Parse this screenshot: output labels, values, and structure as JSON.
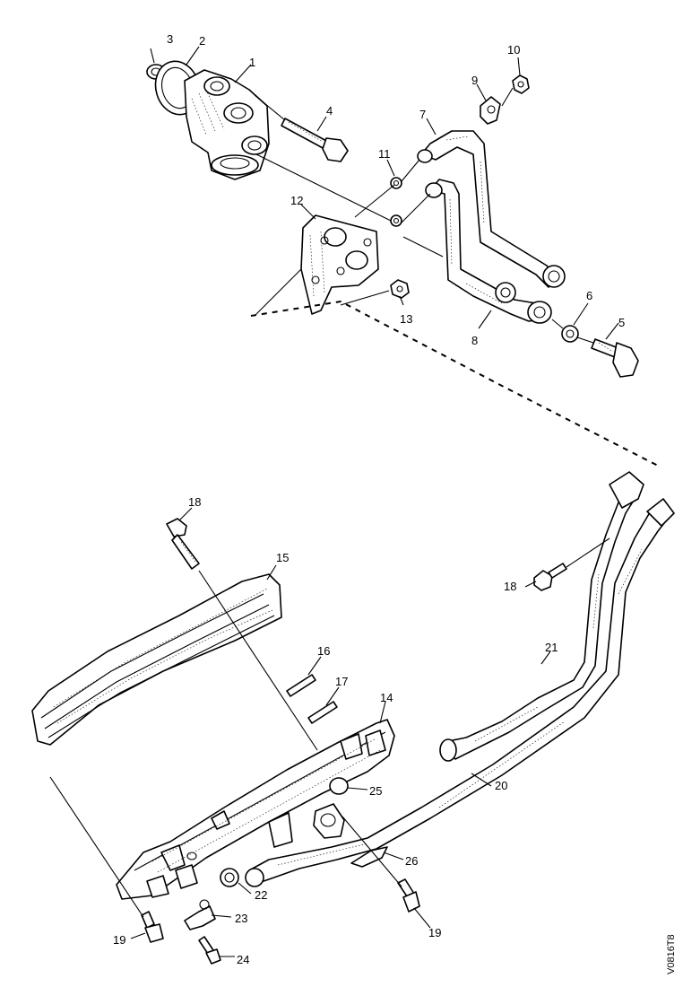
{
  "callouts": {
    "c1": "1",
    "c2": "2",
    "c3": "3",
    "c4": "4",
    "c5": "5",
    "c6": "6",
    "c7": "7",
    "c8": "8",
    "c9": "9",
    "c10": "10",
    "c11": "11",
    "c12": "12",
    "c13": "13",
    "c14": "14",
    "c15": "15",
    "c16": "16",
    "c17": "17",
    "c18": "18",
    "c18b": "18",
    "c19a": "19",
    "c19b": "19",
    "c20": "20",
    "c21": "21",
    "c22": "22",
    "c23": "23",
    "c24": "24",
    "c25": "25",
    "c26": "26"
  },
  "reference_code": "V0816T8"
}
